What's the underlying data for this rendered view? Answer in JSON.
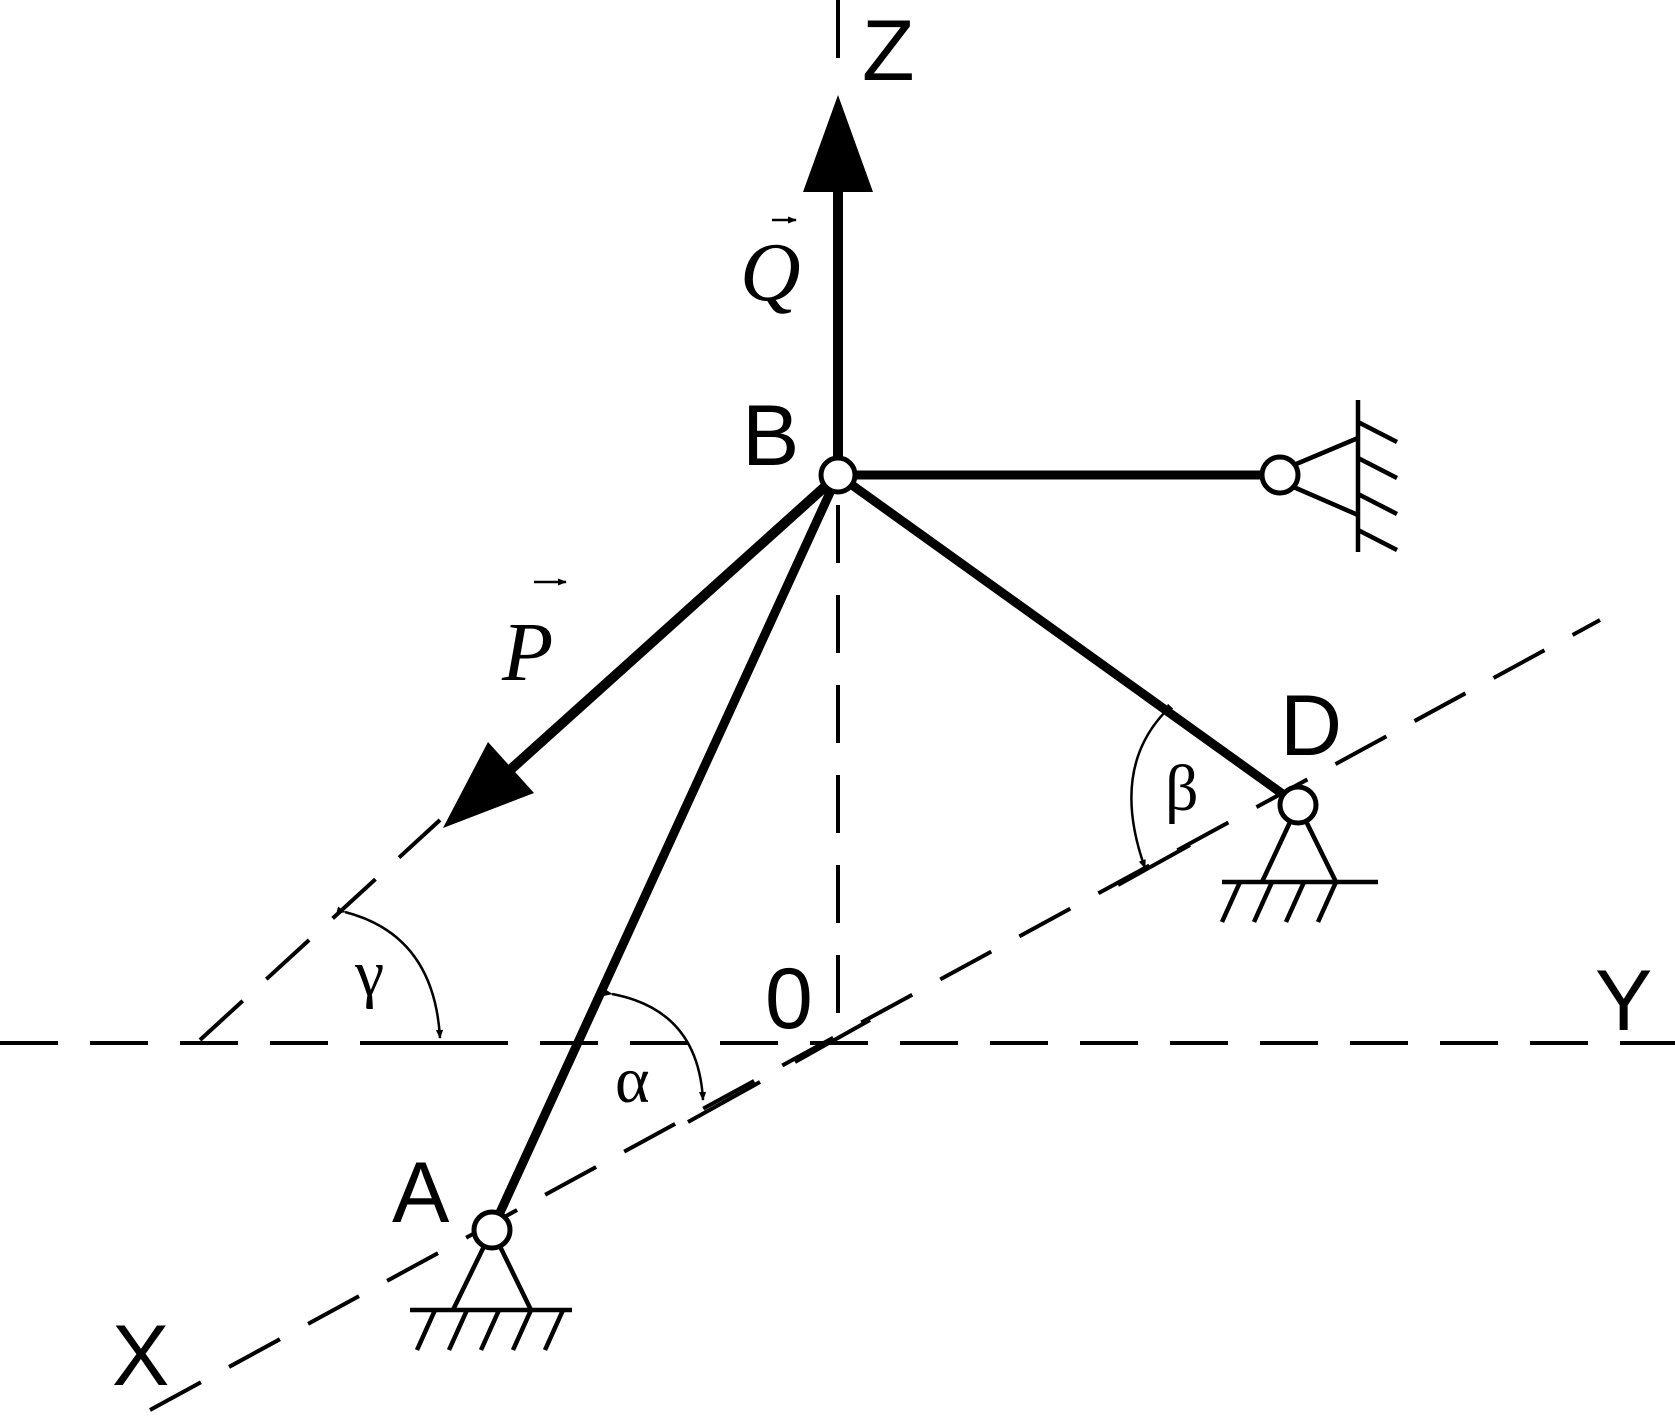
{
  "labels": {
    "axis_z": "Z",
    "axis_y": "Y",
    "axis_x": "X",
    "origin": "0",
    "point_b": "B",
    "point_a": "A",
    "point_d": "D",
    "force_q": "Q",
    "force_p": "P",
    "angle_alpha": "α",
    "angle_beta": "β",
    "angle_gamma": "γ"
  },
  "colors": {
    "ink": "#000000",
    "background": "#ffffff"
  }
}
